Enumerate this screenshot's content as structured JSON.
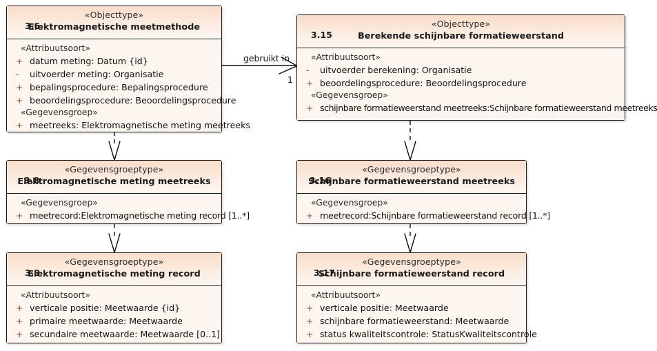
{
  "diagram": {
    "type": "uml-class-diagram",
    "title": "",
    "colors": {
      "class_header_top": "#f8ddc9",
      "class_header_bottom": "#fdf7f2",
      "class_body": "#fdf6f0",
      "border": "#1a1a1a",
      "visibility_marker": "#8a4a20",
      "text": "#101010"
    }
  },
  "classes": [
    {
      "id": "em-meetmethode",
      "stereotype": "«Objecttype»",
      "number": "3.6",
      "name": "Elektromagnetische meetmethode",
      "compartments": [
        {
          "label": "«Attribuutsoort»",
          "attributes": [
            {
              "visibility": "+",
              "text": "datum meting: Datum {id}"
            },
            {
              "visibility": "-",
              "text": "uitvoerder meting: Organisatie"
            },
            {
              "visibility": "+",
              "text": "bepalingsprocedure: Bepalingsprocedure"
            },
            {
              "visibility": "+",
              "text": "beoordelingsprocedure: Beoordelingsprocedure"
            }
          ]
        },
        {
          "label": "«Gegevensgroep»",
          "attributes": [
            {
              "visibility": "+",
              "text": "meetreeks: Elektromagnetische meting meetreeks"
            }
          ]
        }
      ]
    },
    {
      "id": "berekende-sfw",
      "stereotype": "«Objecttype»",
      "number": "3.15",
      "name": "Berekende schijnbare formatieweerstand",
      "compartments": [
        {
          "label": "«Attribuutsoort»",
          "attributes": [
            {
              "visibility": "-",
              "text": "uitvoerder berekening: Organisatie"
            },
            {
              "visibility": "+",
              "text": "beoordelingsprocedure: Beoordelingsprocedure"
            }
          ]
        },
        {
          "label": "«Gegevensgroep»",
          "attributes": [
            {
              "visibility": "+",
              "text": "schijnbare formatieweerstand meetreeks:Schijnbare formatieweerstand meetreeks"
            }
          ]
        }
      ]
    },
    {
      "id": "em-meting-meetreeks",
      "stereotype": "«Gegevensgroeptype»",
      "number": "3.8",
      "name": "Elektromagnetische meting meetreeks",
      "compartments": [
        {
          "label": "«Gegevensgroep»",
          "attributes": [
            {
              "visibility": "+",
              "text": "meetrecord:Elektromagnetische meting record [1..*]"
            }
          ]
        }
      ]
    },
    {
      "id": "sfw-meetreeks",
      "stereotype": "«Gegevensgroeptype»",
      "number": "3.16",
      "name": "Schijnbare formatieweerstand meetreeks",
      "compartments": [
        {
          "label": "«Gegevensgroep»",
          "attributes": [
            {
              "visibility": "+",
              "text": "meetrecord:Schijnbare formatieweerstand record [1..*]"
            }
          ]
        }
      ]
    },
    {
      "id": "em-meting-record",
      "stereotype": "«Gegevensgroeptype»",
      "number": "3.9",
      "name": "Elektromagnetische meting record",
      "compartments": [
        {
          "label": "«Attribuutsoort»",
          "attributes": [
            {
              "visibility": "+",
              "text": "verticale positie: Meetwaarde {id}"
            },
            {
              "visibility": "+",
              "text": "primaire meetwaarde: Meetwaarde"
            },
            {
              "visibility": "+",
              "text": "secundaire meetwaarde: Meetwaarde [0..1]"
            }
          ]
        }
      ]
    },
    {
      "id": "sfw-record",
      "stereotype": "«Gegevensgroeptype»",
      "number": "3.17",
      "name": "Schijnbare formatieweerstand record",
      "compartments": [
        {
          "label": "«Attribuutsoort»",
          "attributes": [
            {
              "visibility": "+",
              "text": "verticale positie: Meetwaarde"
            },
            {
              "visibility": "+",
              "text": "schijnbare formatieweerstand: Meetwaarde"
            },
            {
              "visibility": "+",
              "text": "status kwaliteitscontrole: StatusKwaliteitscontrole"
            }
          ]
        }
      ]
    }
  ],
  "connectors": [
    {
      "id": "assoc-gebruikt-in",
      "kind": "association",
      "from": "em-meetmethode",
      "to": "berekende-sfw",
      "label": "gebruikt in",
      "target_multiplicity": "1"
    },
    {
      "id": "dep-3-6-to-3-8",
      "kind": "dependency",
      "from": "em-meetmethode",
      "to": "em-meting-meetreeks",
      "label": ""
    },
    {
      "id": "dep-3-8-to-3-9",
      "kind": "dependency",
      "from": "em-meting-meetreeks",
      "to": "em-meting-record",
      "label": ""
    },
    {
      "id": "dep-3-15-to-3-16",
      "kind": "dependency",
      "from": "berekende-sfw",
      "to": "sfw-meetreeks",
      "label": ""
    },
    {
      "id": "dep-3-16-to-3-17",
      "kind": "dependency",
      "from": "sfw-meetreeks",
      "to": "sfw-record",
      "label": ""
    }
  ]
}
